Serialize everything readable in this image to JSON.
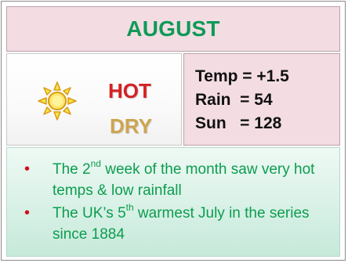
{
  "card": {
    "title": "AUGUST",
    "condition_1": "HOT",
    "condition_2": "DRY",
    "stats": [
      "Temp = +1.5",
      "Rain  = 54",
      "Sun   = 128"
    ],
    "notes": [
      {
        "before": "The 2",
        "sup": "nd",
        "after": " week of the month saw very hot temps & low rainfall"
      },
      {
        "before": "The UK’s 5",
        "sup": "th",
        "after": " warmest July in the series since 1884"
      }
    ]
  },
  "colors": {
    "title": "#0f9a57",
    "hot": "#d42124",
    "dry": "#cda54f",
    "header_bg": "#f3dde3",
    "notes_text": "#0c9d4f",
    "bullet": "#d10f1a"
  },
  "icons": {
    "weather": "sun-icon",
    "bullet": "bullet-icon"
  }
}
